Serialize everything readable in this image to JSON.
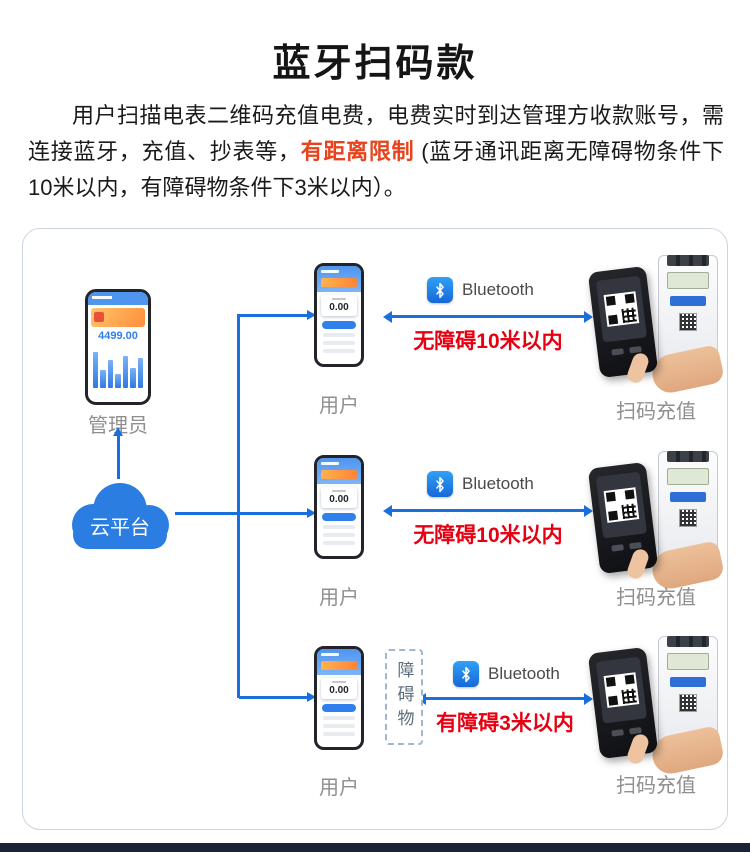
{
  "page": {
    "title": "蓝牙扫码款",
    "intro": {
      "part1": "用户扫描电表二维码充值电费，电费实时到达管理方收款账号，需连接蓝牙，充值、抄表等，",
      "highlight": "有距离限制",
      "part2": " (蓝牙通讯距离无障碍物条件下10米以内，有障碍物条件下3米以内）。"
    }
  },
  "diagram": {
    "admin": {
      "label": "管理员",
      "balance": "4499.00"
    },
    "cloud": {
      "label": "云平台"
    },
    "rows": [
      {
        "user_label": "用户",
        "bluetooth_label": "Bluetooth",
        "distance": "无障碍10米以内",
        "device_label": "扫码充值",
        "amount": "0.00"
      },
      {
        "user_label": "用户",
        "bluetooth_label": "Bluetooth",
        "distance": "无障碍10米以内",
        "device_label": "扫码充值",
        "amount": "0.00"
      },
      {
        "user_label": "用户",
        "bluetooth_label": "Bluetooth",
        "distance": "有障碍3米以内",
        "device_label": "扫码充值",
        "amount": "0.00",
        "obstacle": "障碍物"
      }
    ],
    "colors": {
      "accent_blue": "#1a6fdd",
      "alert_red": "#e60012",
      "highlight_orange_red": "#e8431c"
    }
  }
}
